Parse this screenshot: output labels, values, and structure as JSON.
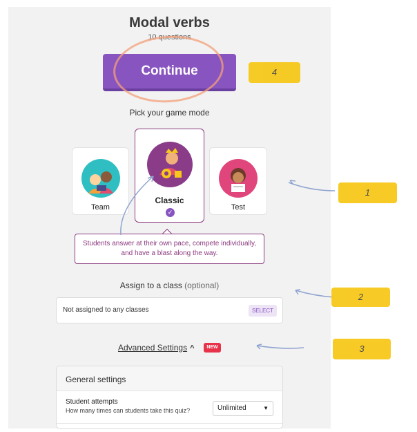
{
  "quiz": {
    "title": "Modal verbs",
    "subtitle": "10 questions"
  },
  "primary_action": {
    "label": "Continue"
  },
  "game_mode": {
    "label": "Pick your game mode",
    "modes": [
      {
        "label": "Team",
        "selected": false
      },
      {
        "label": "Classic",
        "selected": true
      },
      {
        "label": "Test",
        "selected": false
      }
    ],
    "description": "Students answer at their own pace, compete individually, and have a blast along the way."
  },
  "assign": {
    "label": "Assign to a class",
    "optional": "(optional)",
    "value": "Not assigned to any classes",
    "select_label": "SELECT"
  },
  "advanced": {
    "label": "Advanced Settings",
    "badge": "NEW"
  },
  "general_settings": {
    "title": "General settings",
    "student_attempts": {
      "label": "Student attempts",
      "help": "How many times can students take this quiz?",
      "value": "Unlimited"
    }
  },
  "annotations": [
    "1",
    "2",
    "3",
    "4"
  ],
  "colors": {
    "brand": "#8854c0",
    "classic_border": "#8b3a7e",
    "badge": "#e8324a",
    "highlight": "#f7c81a"
  }
}
